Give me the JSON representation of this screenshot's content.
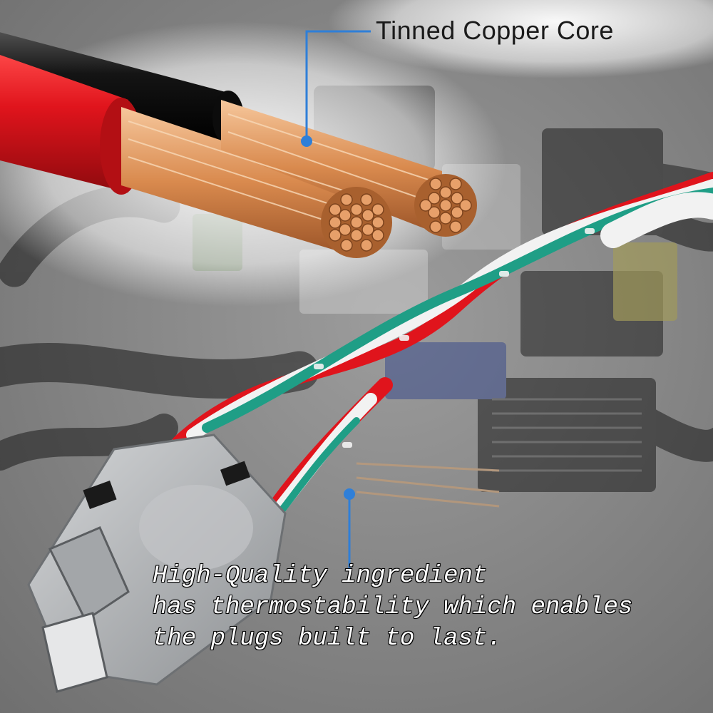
{
  "callouts": {
    "top": {
      "label": "Tinned Copper Core"
    },
    "bottom": {
      "lines": [
        "High-Quality ingredient",
        "has thermostability which enables",
        "the plugs built to last."
      ]
    }
  },
  "colors": {
    "callout_line": "#2f7fd8",
    "cable_red": "#e0141c",
    "cable_black": "#141414",
    "copper": "#d98a4e",
    "wire_green": "#1f9e86",
    "wire_white": "#f2f2f2",
    "connector_gray": "#b9bcbf",
    "background": "#8a8a8a"
  },
  "icons": [
    "cable-cross-section-illustration",
    "wire-harness-background",
    "connector-plug-illustration"
  ]
}
